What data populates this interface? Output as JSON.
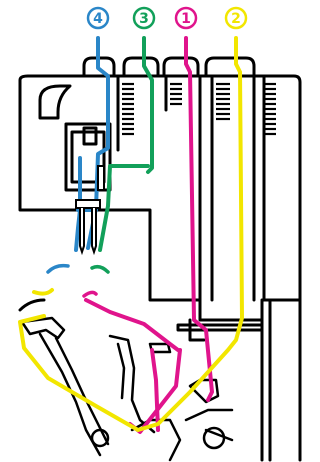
{
  "diagram": {
    "colors": {
      "outline": "#000000",
      "background": "#ffffff",
      "thread_1": "#e0148c",
      "thread_2": "#f2e600",
      "thread_3": "#12a05a",
      "thread_4": "#2a86c8"
    },
    "threads": [
      {
        "label": "4",
        "color_key": "thread_4"
      },
      {
        "label": "3",
        "color_key": "thread_3"
      },
      {
        "label": "1",
        "color_key": "thread_1"
      },
      {
        "label": "2",
        "color_key": "thread_2"
      }
    ]
  }
}
